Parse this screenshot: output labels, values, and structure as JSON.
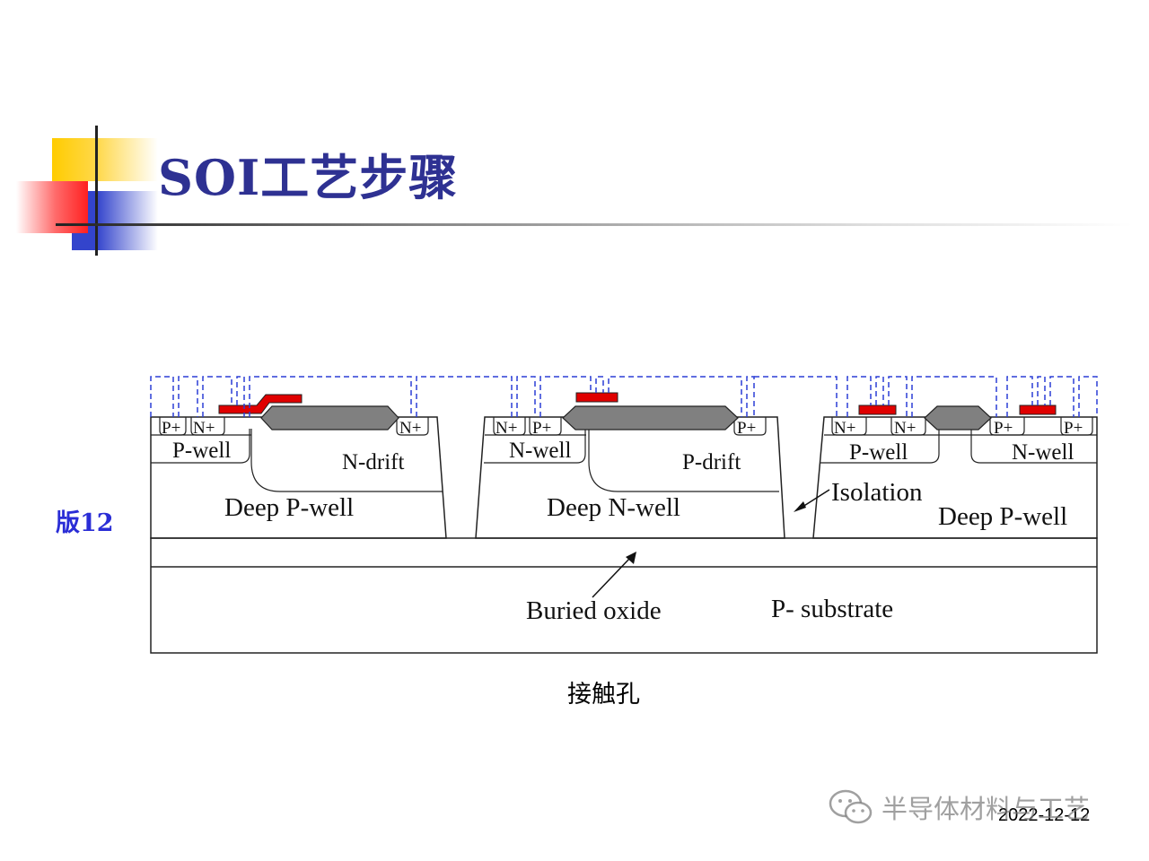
{
  "slide": {
    "title": "SOI工艺步骤",
    "version_label": "版12",
    "caption": "接触孔",
    "date": "2022-12-12",
    "watermark": "半导体材料与工艺"
  },
  "diagram": {
    "tiles": {
      "left": {
        "wells": [
          "P-well",
          "N-drift"
        ],
        "deep": "Deep P-well",
        "contacts": [
          "P+",
          "N+",
          "N+"
        ]
      },
      "middle": {
        "wells": [
          "N-well",
          "P-drift"
        ],
        "deep": "Deep N-well",
        "contacts": [
          "N+",
          "P+",
          "P+"
        ]
      },
      "right": {
        "wells": [
          "P-well",
          "N-well"
        ],
        "deep": "Deep P-well",
        "contacts": [
          "N+",
          "N+",
          "P+",
          "P+"
        ]
      }
    },
    "labels": {
      "isolation": "Isolation",
      "buried_oxide": "Buried oxide",
      "substrate": "P- substrate"
    }
  },
  "colors": {
    "title": "#2e3192",
    "version": "#2a2dd6",
    "gate": "#e00000",
    "field_oxide": "#808080",
    "contact_outline": "#2b3fd6",
    "deco_yellow": "#ffcc00",
    "deco_blue": "#3344cc",
    "deco_red": "#ff2020"
  }
}
